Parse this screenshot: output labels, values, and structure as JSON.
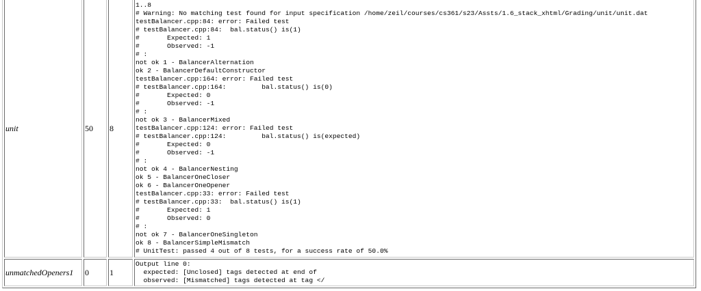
{
  "rows": [
    {
      "name": "unit",
      "score": "50",
      "weight": "8",
      "output": "1..8\n# Warning: No matching test found for input specification /home/zeil/courses/cs361/s23/Assts/1.6_stack_xhtml/Grading/unit/unit.dat\ntestBalancer.cpp:84: error: Failed test\n# testBalancer.cpp:84:  bal.status() is(1)\n#       Expected: 1\n#       Observed: -1\n# :\nnot ok 1 - BalancerAlternation\nok 2 - BalancerDefaultConstructor\ntestBalancer.cpp:164: error: Failed test\n# testBalancer.cpp:164:         bal.status() is(0)\n#       Expected: 0\n#       Observed: -1\n# :\nnot ok 3 - BalancerMixed\ntestBalancer.cpp:124: error: Failed test\n# testBalancer.cpp:124:         bal.status() is(expected)\n#       Expected: 0\n#       Observed: -1\n# :\nnot ok 4 - BalancerNesting\nok 5 - BalancerOneCloser\nok 6 - BalancerOneOpener\ntestBalancer.cpp:33: error: Failed test\n# testBalancer.cpp:33:  bal.status() is(1)\n#       Expected: 1\n#       Observed: 0\n# :\nnot ok 7 - BalancerOneSingleton\nok 8 - BalancerSimpleMismatch\n# UnitTest: passed 4 out of 8 tests, for a success rate of 50.0%"
    },
    {
      "name": "unmatchedOpeners1",
      "score": "0",
      "weight": "1",
      "output": "Output line 0:\n  expected: [Unclosed] tags detected at end of\n  observed: [Mismatched] tags detected at tag </"
    }
  ]
}
